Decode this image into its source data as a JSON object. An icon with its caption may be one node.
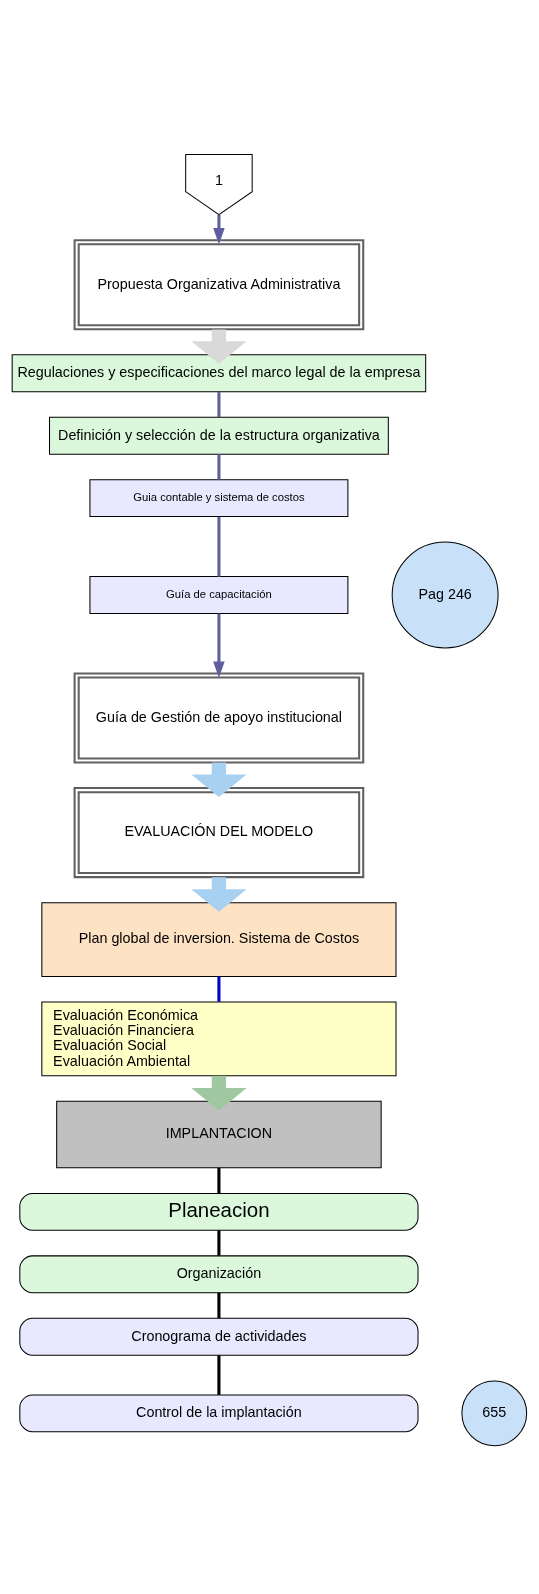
{
  "diagram": {
    "nodes": [
      {
        "text": [
          "1"
        ]
      },
      {
        "text": [
          "Propuesta Organizativa Administrativa"
        ]
      },
      {
        "text": [
          "Regulaciones y especificaciones del marco legal de la empresa"
        ]
      },
      {
        "text": [
          "Definición y selección de la estructura organizativa"
        ]
      },
      {
        "text": [
          "Guia contable y sistema de costos"
        ]
      },
      {
        "text": [
          "Guía de capacitación"
        ]
      },
      {
        "text": [
          "Pag 246"
        ]
      },
      {
        "text": [
          "Guía de Gestión de apoyo institucional"
        ]
      },
      {
        "text": [
          "EVALUACIÓN DEL MODELO"
        ]
      },
      {
        "text": [
          "Plan global de inversion. Sistema de Costos"
        ]
      },
      {
        "text": [
          "Evaluación Económica",
          "Evaluación Financiera",
          "Evaluación Social",
          "Evaluación Ambiental"
        ]
      },
      {
        "text": [
          "IMPLANTACION"
        ]
      },
      {
        "text": [
          "Planeacion"
        ]
      },
      {
        "text": [
          "Organización"
        ]
      },
      {
        "text": [
          "Cronograma de actividades"
        ]
      },
      {
        "text": [
          "Control de la implantación"
        ]
      },
      {
        "text": [
          "655"
        ]
      }
    ],
    "edges": [
      {
        "from": 0,
        "to": 1,
        "arrow": "to"
      },
      {
        "from": 1,
        "to": 2,
        "arrow": "to",
        "style": "thick",
        "color": "#d9d9d9"
      },
      {
        "from": 2,
        "to": 3,
        "arrow": "none"
      },
      {
        "from": 3,
        "to": 4,
        "arrow": "none"
      },
      {
        "from": 4,
        "to": 5,
        "arrow": "none"
      },
      {
        "from": 5,
        "to": 7,
        "arrow": "to"
      },
      {
        "from": 7,
        "to": 8,
        "arrow": "to",
        "style": "thick",
        "color": "#a8d0f0"
      },
      {
        "from": 8,
        "to": 9,
        "arrow": "to",
        "style": "thick",
        "color": "#a8d0f0"
      },
      {
        "from": 9,
        "to": 10,
        "arrow": "none",
        "color": "#0000cc"
      },
      {
        "from": 10,
        "to": 11,
        "arrow": "to",
        "style": "thick",
        "color": "#a0c8a0"
      },
      {
        "from": 11,
        "to": 12,
        "arrow": "none",
        "color": "#000000"
      },
      {
        "from": 12,
        "to": 13,
        "arrow": "none",
        "color": "#000000"
      },
      {
        "from": 13,
        "to": 14,
        "arrow": "none",
        "color": "#000000"
      },
      {
        "from": 14,
        "to": 15,
        "arrow": "none",
        "color": "#000000"
      }
    ]
  }
}
